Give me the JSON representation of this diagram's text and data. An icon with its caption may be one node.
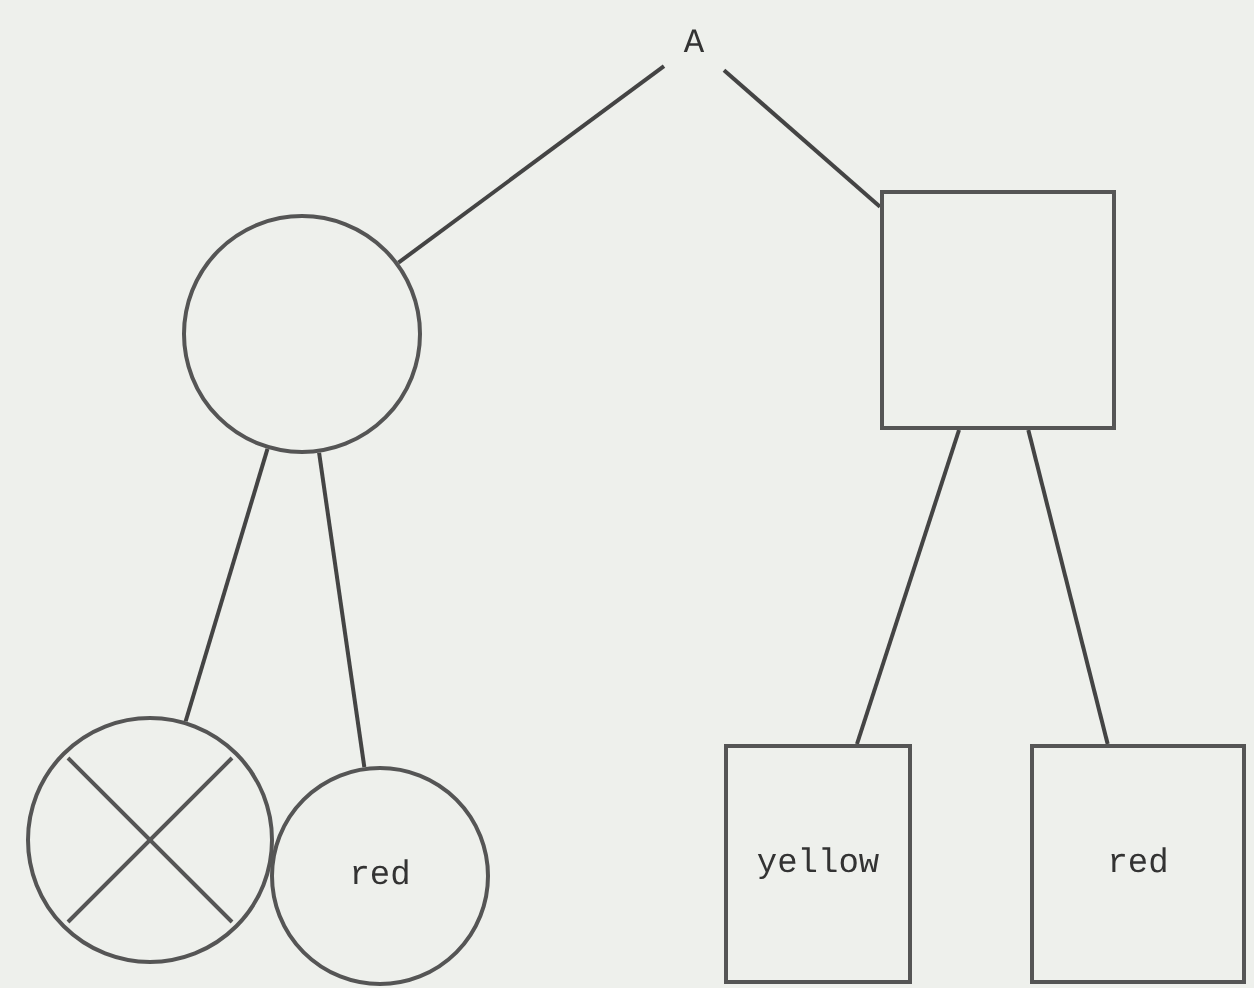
{
  "diagram": {
    "nodes": [
      {
        "text": [
          "A"
        ]
      },
      {
        "text": [],
        "shape": "circle"
      },
      {
        "text": [],
        "shape": "box"
      },
      {
        "text": [],
        "shape": "circle"
      },
      {
        "text": [
          "red"
        ]
      },
      {
        "text": [
          "yellow"
        ]
      },
      {
        "text": [
          "red"
        ]
      }
    ],
    "edges": [
      {
        "from": 0,
        "to": 1,
        "arrow": "none"
      },
      {
        "from": 0,
        "to": 2,
        "arrow": "none"
      },
      {
        "from": 1,
        "to": 3,
        "arrow": "none"
      },
      {
        "from": 1,
        "to": 4,
        "arrow": "none"
      },
      {
        "from": 2,
        "to": 5,
        "arrow": "none"
      },
      {
        "from": 2,
        "to": 6,
        "arrow": "none"
      }
    ]
  }
}
